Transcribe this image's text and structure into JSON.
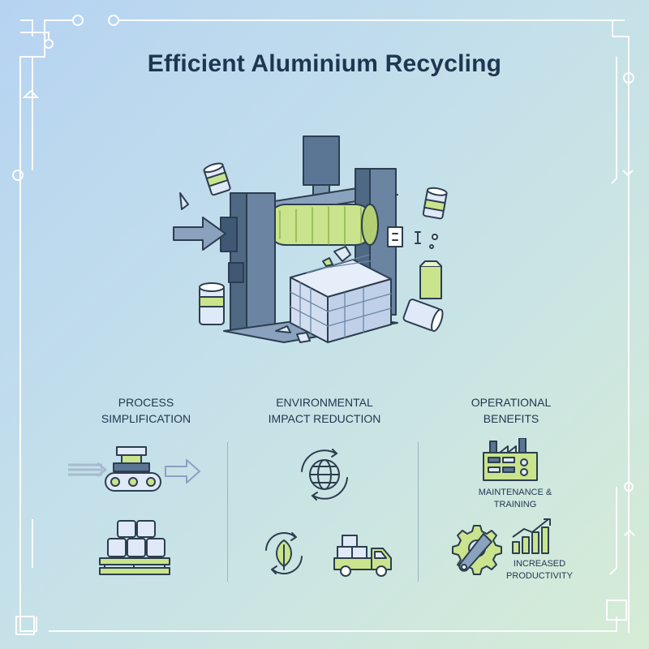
{
  "title": "Efficient Aluminium Recycling",
  "sections": [
    {
      "title_line1": "PROCESS",
      "title_line2": "SIMPLIFICATION"
    },
    {
      "title_line1": "ENVIRONMENTAL",
      "title_line2": "IMPACT REDUCTION"
    },
    {
      "title_line1": "OPERATIONAL",
      "title_line2": "BENEFITS"
    }
  ],
  "labels": {
    "maintenance_line1": "MAINTENANCE &",
    "maintenance_line2": "TRAINING",
    "productivity_line1": "INCREASED",
    "productivity_line2": "PRODUCTIVITY"
  },
  "colors": {
    "navy": "#1f3650",
    "steel": "#5b7694",
    "lime": "#c9e48c",
    "pale_blue": "#dfe9f7",
    "ink": "#2c3e50"
  },
  "icons": [
    "compactor-machine-icon",
    "aluminium-can-icon",
    "input-arrow-icon",
    "bale-cube-icon",
    "conveyor-belt-icon",
    "pallet-blocks-icon",
    "globe-recycle-icon",
    "leaf-recycle-icon",
    "delivery-truck-icon",
    "factory-panel-icon",
    "gear-wrench-icon",
    "growth-chart-icon"
  ]
}
